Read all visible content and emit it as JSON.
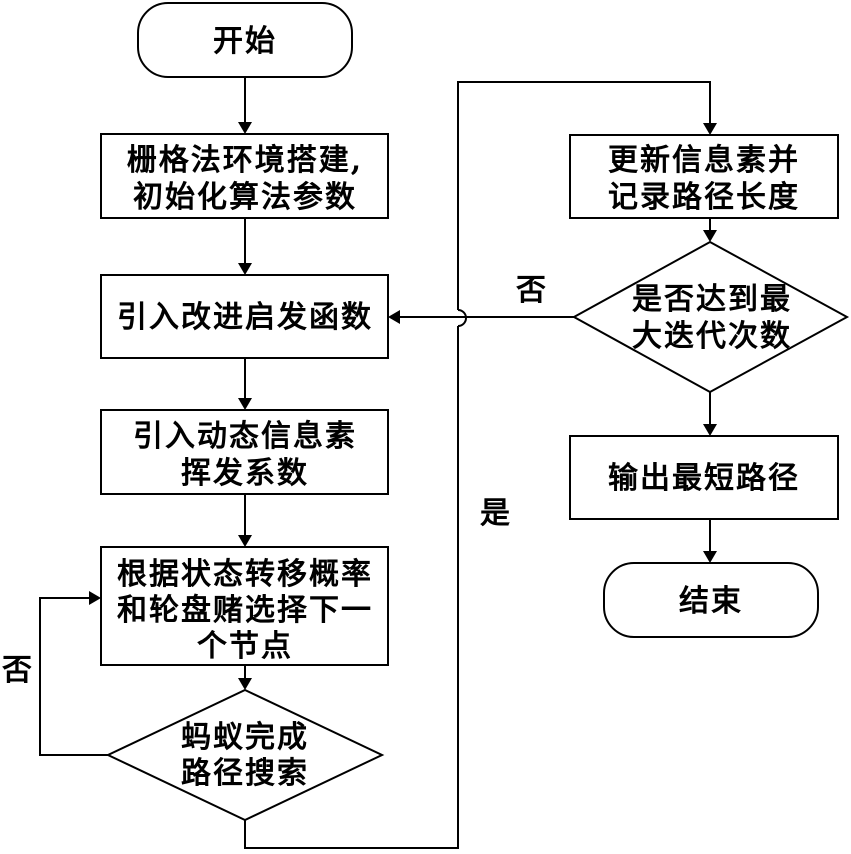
{
  "nodes": {
    "start": "开始",
    "grid_setup": [
      "栅格法环境搭建,",
      "初始化算法参数"
    ],
    "heuristic": "引入改进启发函数",
    "volatility": [
      "引入动态信息素",
      "挥发系数"
    ],
    "select_next": [
      "根据状态转移概率",
      "和轮盘赌选择下一",
      "个节点"
    ],
    "ant_done": [
      "蚂蚁完成",
      "路径搜索"
    ],
    "update": [
      "更新信息素并",
      "记录路径长度"
    ],
    "max_iter": [
      "是否达到最",
      "大迭代次数"
    ],
    "output": "输出最短路径",
    "end": "结束"
  },
  "edge_labels": {
    "ant_no": "否",
    "ant_yes": "是",
    "iter_no": "否"
  }
}
